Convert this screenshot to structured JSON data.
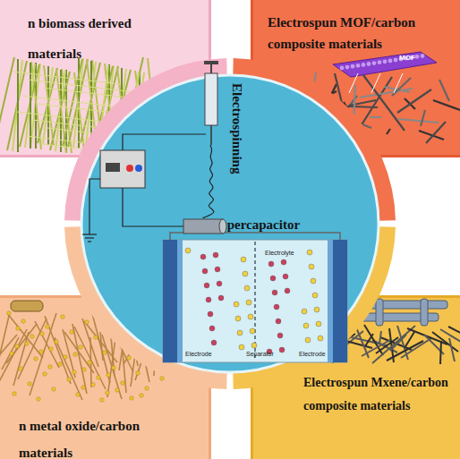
{
  "diagram": {
    "nodes": [
      {
        "text": [
          "n biomass derived materials"
        ]
      },
      {
        "text": [
          "Electrospun MOF/carbon composite materials"
        ]
      },
      {
        "text": [
          "Electrospinning"
        ]
      },
      {
        "text": [
          "Supercapacitor"
        ],
        "in": 2
      },
      {
        "text": [
          "n metal oxide/carbon materials"
        ]
      },
      {
        "text": [
          "Electrospun Mxene/carbon composite materials"
        ]
      }
    ],
    "labels": [
      "Electrolyte",
      "Electrode",
      "Separator",
      "Electrode",
      "MOF"
    ]
  }
}
